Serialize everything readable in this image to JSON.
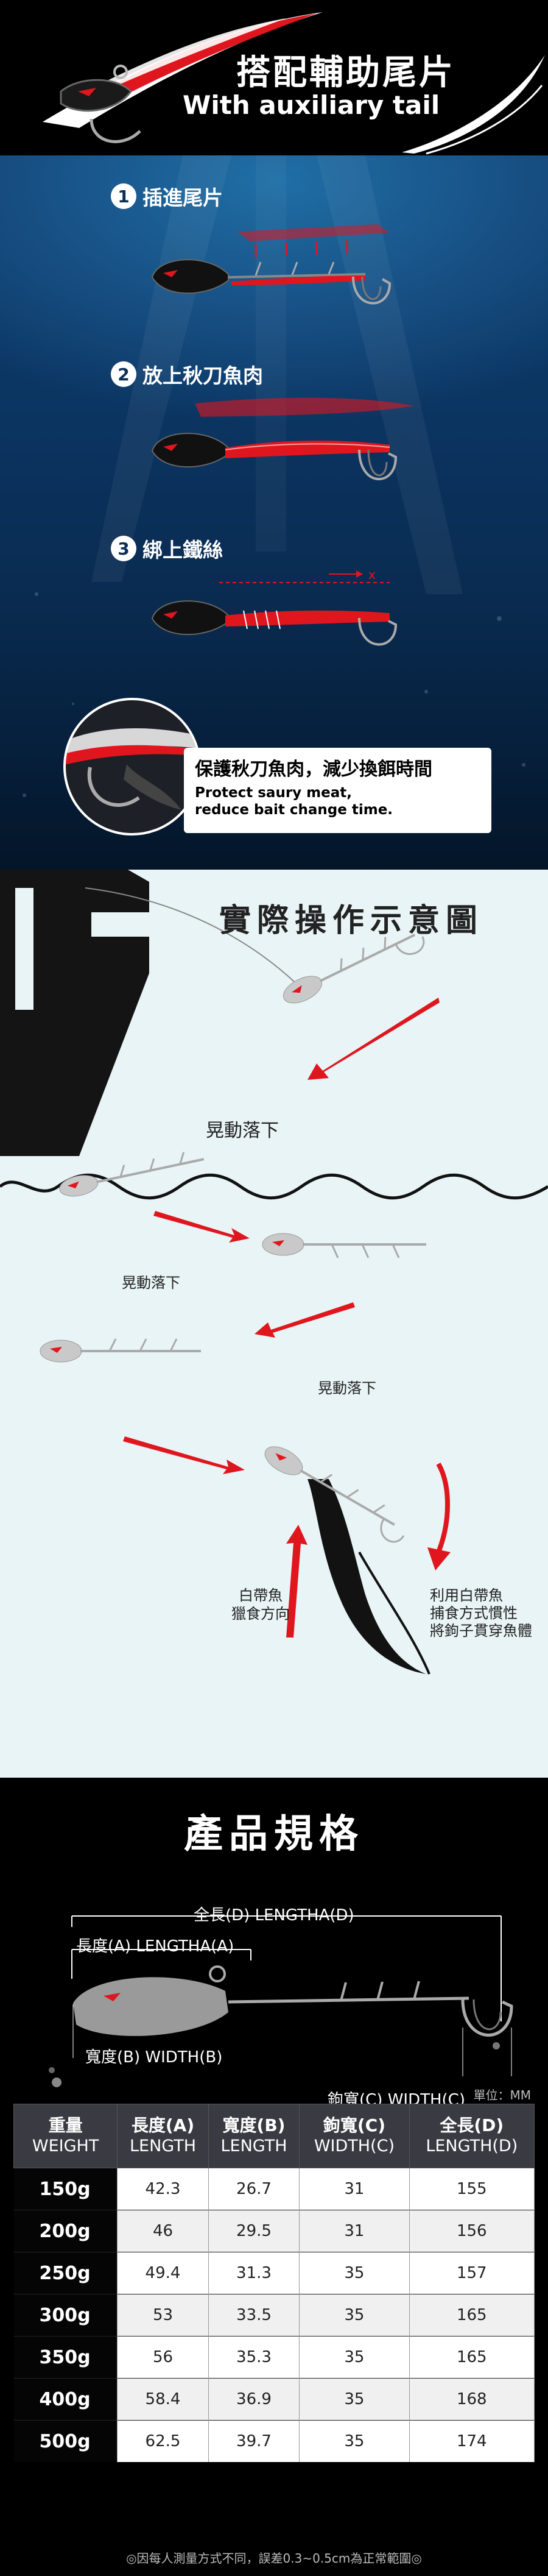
{
  "header": {
    "title": "搭配輔助尾片",
    "subtitle": "With auxiliary tail"
  },
  "steps": [
    {
      "num": "1",
      "label": "插進尾片"
    },
    {
      "num": "2",
      "label": "放上秋刀魚肉"
    },
    {
      "num": "3",
      "label": "綁上鐵絲"
    }
  ],
  "step3_marker": "x",
  "protect": {
    "cn": "保護秋刀魚肉，減少換餌時間",
    "en_line1": "Protect saury meat,",
    "en_line2": "reduce bait change time."
  },
  "demo": {
    "title": "實際操作示意圖",
    "labels": {
      "swing1": "晃動落下",
      "swing2": "晃動落下",
      "swing3": "晃動落下",
      "hairtail_direction_line1": "白帶魚",
      "hairtail_direction_line2": "獵食方向",
      "catch_line1": "利用白帶魚",
      "catch_line2": "捕食方式慣性",
      "catch_line3": "將鉤子貫穿魚體"
    }
  },
  "specs": {
    "title": "產品規格",
    "dims": {
      "total": "全長(D) LENGTHA(D)",
      "length_a": "長度(A) LENGTHA(A)",
      "width_b": "寬度(B) WIDTH(B)",
      "width_c": "鉤寬(C) WIDTH(C)"
    },
    "unit": "單位：MM",
    "columns": [
      {
        "cn": "重量",
        "en": "WEIGHT"
      },
      {
        "cn": "長度(A)",
        "en": "LENGTH"
      },
      {
        "cn": "寬度(B)",
        "en": "LENGTH"
      },
      {
        "cn": "鉤寬(C)",
        "en": "WIDTH(C)"
      },
      {
        "cn": "全長(D)",
        "en": "LENGTH(D)"
      }
    ],
    "rows": [
      [
        "150g",
        "42.3",
        "26.7",
        "31",
        "155"
      ],
      [
        "200g",
        "46",
        "29.5",
        "31",
        "156"
      ],
      [
        "250g",
        "49.4",
        "31.3",
        "35",
        "157"
      ],
      [
        "300g",
        "53",
        "33.5",
        "35",
        "165"
      ],
      [
        "350g",
        "56",
        "35.3",
        "35",
        "165"
      ],
      [
        "400g",
        "58.4",
        "36.9",
        "35",
        "168"
      ],
      [
        "500g",
        "62.5",
        "39.7",
        "35",
        "174"
      ]
    ],
    "note": "◎因每人測量方式不同，誤差0.3~0.5cm為正常範圍◎"
  },
  "colors": {
    "accent_red": "#e0161e",
    "table_header": "#3a3a42",
    "sea_dark": "#0a2c52",
    "demo_bg": "#e9f4f6"
  }
}
